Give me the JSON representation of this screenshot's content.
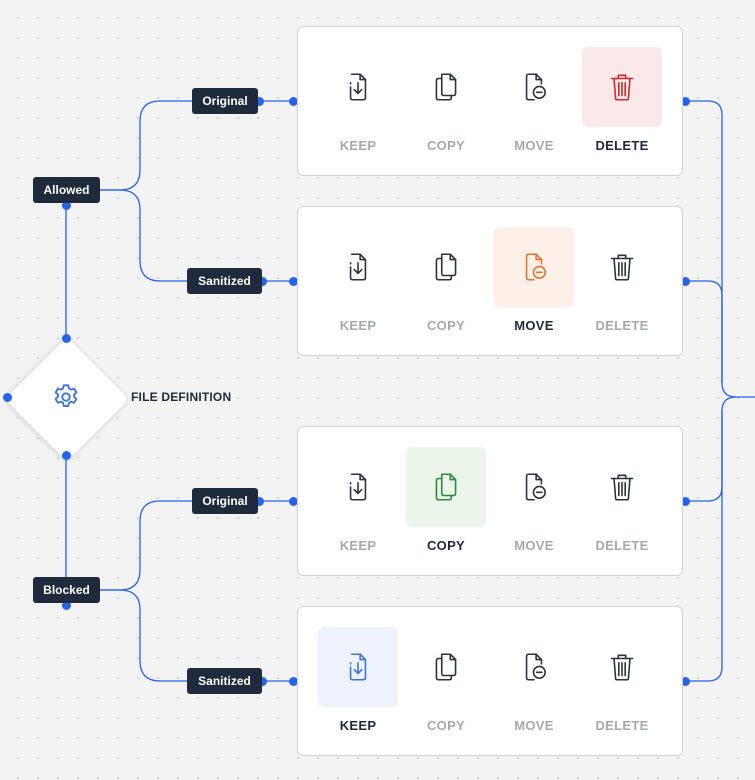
{
  "colors": {
    "connector": "#2563eb",
    "tag_bg": "#1f2a3d",
    "icon_default": "#2b3340",
    "label_inactive": "#a4a9b1",
    "label_active": "#1f2a3d",
    "delete_bg": "#fbe9e9",
    "delete_fg": "#cc2b2b",
    "move_bg": "#fdf0e8",
    "move_fg": "#e0752e",
    "copy_bg": "#ebf5ea",
    "copy_fg": "#2e8a3b",
    "keep_bg": "#edf2fd",
    "keep_fg": "#3c74e0"
  },
  "root": {
    "label": "FILE DEFINITION",
    "icon": "gear-icon"
  },
  "groups": [
    {
      "label": "Allowed"
    },
    {
      "label": "Blocked"
    }
  ],
  "branches": [
    {
      "label": "Original"
    },
    {
      "label": "Sanitized"
    },
    {
      "label": "Original"
    },
    {
      "label": "Sanitized"
    }
  ],
  "actions": [
    "KEEP",
    "COPY",
    "MOVE",
    "DELETE"
  ],
  "cards": [
    {
      "selected": "DELETE"
    },
    {
      "selected": "MOVE"
    },
    {
      "selected": "COPY"
    },
    {
      "selected": "KEEP"
    }
  ]
}
